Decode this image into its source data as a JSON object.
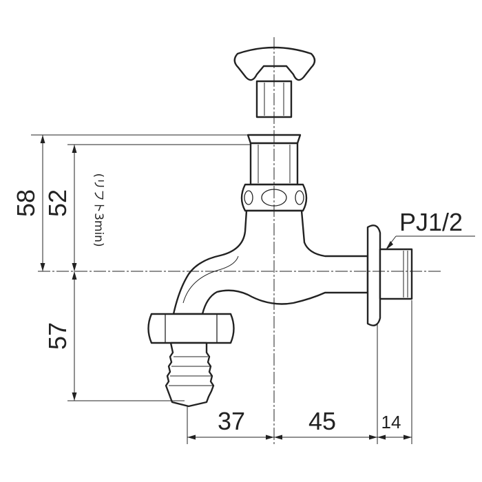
{
  "dimensions": {
    "total_height_upper": "58",
    "valve_height": "52",
    "lift_note": "(リフト3min)",
    "hose_drop": "57",
    "spout_offset": "37",
    "body_length": "45",
    "flange_depth": "14",
    "thread_spec": "PJ1/2"
  }
}
